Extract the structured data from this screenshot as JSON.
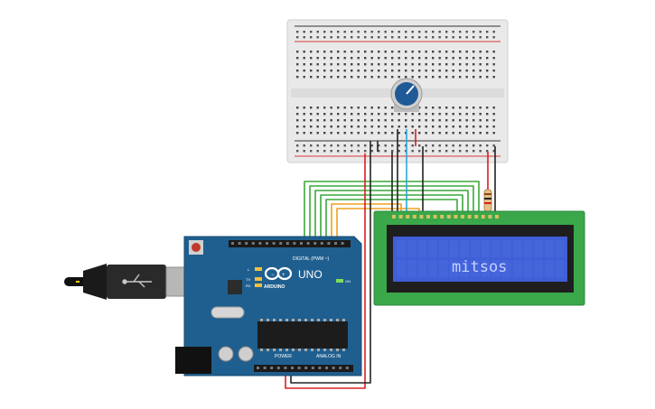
{
  "arduino": {
    "model_label": "UNO",
    "brand_label": "ARDUINO",
    "digital_header_label": "DIGITAL (PWM ~)",
    "power_label": "POWER",
    "analog_label": "ANALOG IN",
    "on_label": "ON",
    "led_labels": [
      "L",
      "TX",
      "RX"
    ],
    "board_color": "#1f5f8f"
  },
  "lcd": {
    "display_text": "mitsos",
    "pcb_color": "#3aa84a",
    "screen_color": "#3f5fd6",
    "text_color": "#c6d2ff"
  },
  "breadboard": {
    "color": "#e9e9e9",
    "rail_plus_color": "#d93b3b",
    "rail_minus_color": "#333333"
  },
  "potentiometer": {
    "knob_color": "#1f5a96"
  },
  "wire_colors": {
    "red": "#d92020",
    "black": "#222222",
    "green": "#3aa83a",
    "orange": "#f0a020",
    "blue": "#2aa8d8"
  }
}
